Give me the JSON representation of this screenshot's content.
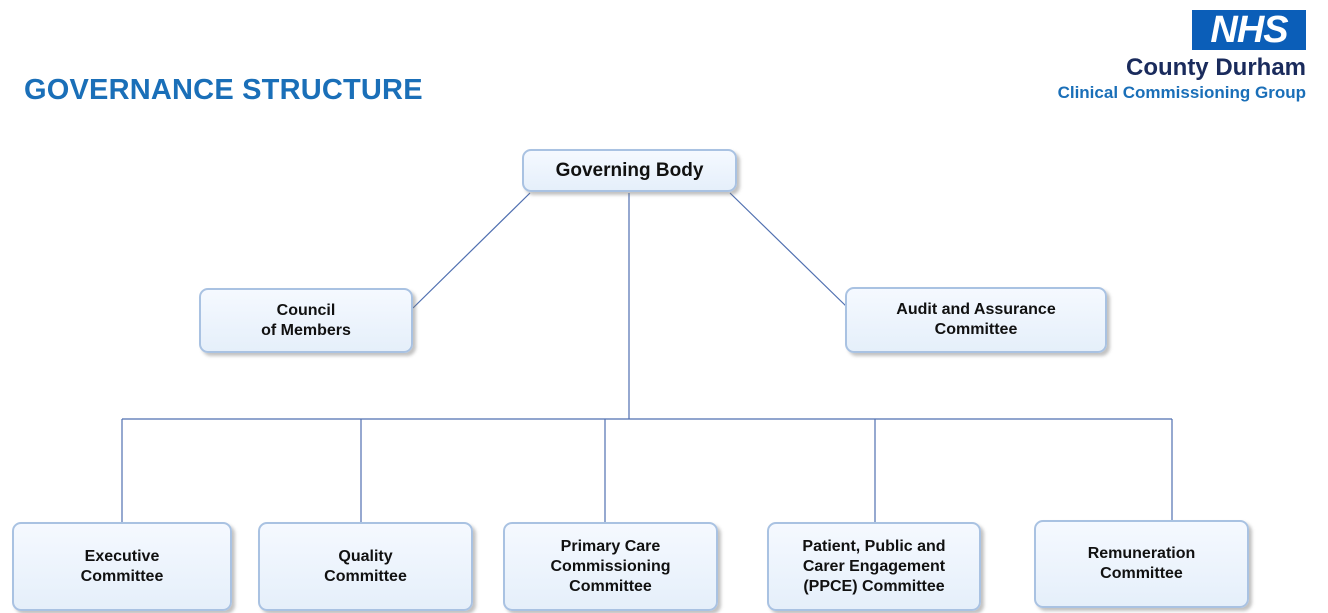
{
  "title": "GOVERNANCE STRUCTURE",
  "logo": {
    "mark": "NHS",
    "org_line1": "County Durham",
    "org_line2": "Clinical Commissioning Group"
  },
  "nodes": {
    "governing_body": "Governing Body",
    "council": "Council\nof Members",
    "audit": "Audit and Assurance\nCommittee",
    "executive": "Executive\nCommittee",
    "quality": "Quality\nCommittee",
    "primary_care": "Primary Care\nCommissioning\nCommittee",
    "ppce": "Patient, Public and\nCarer Engagement\n(PPCE) Committee",
    "remuneration": "Remuneration\nCommittee"
  },
  "colors": {
    "title": "#1a6fb8",
    "nhs_blue": "#0b5eb8",
    "connector": "#4f6fb0",
    "node_border": "#a9c2e2"
  }
}
